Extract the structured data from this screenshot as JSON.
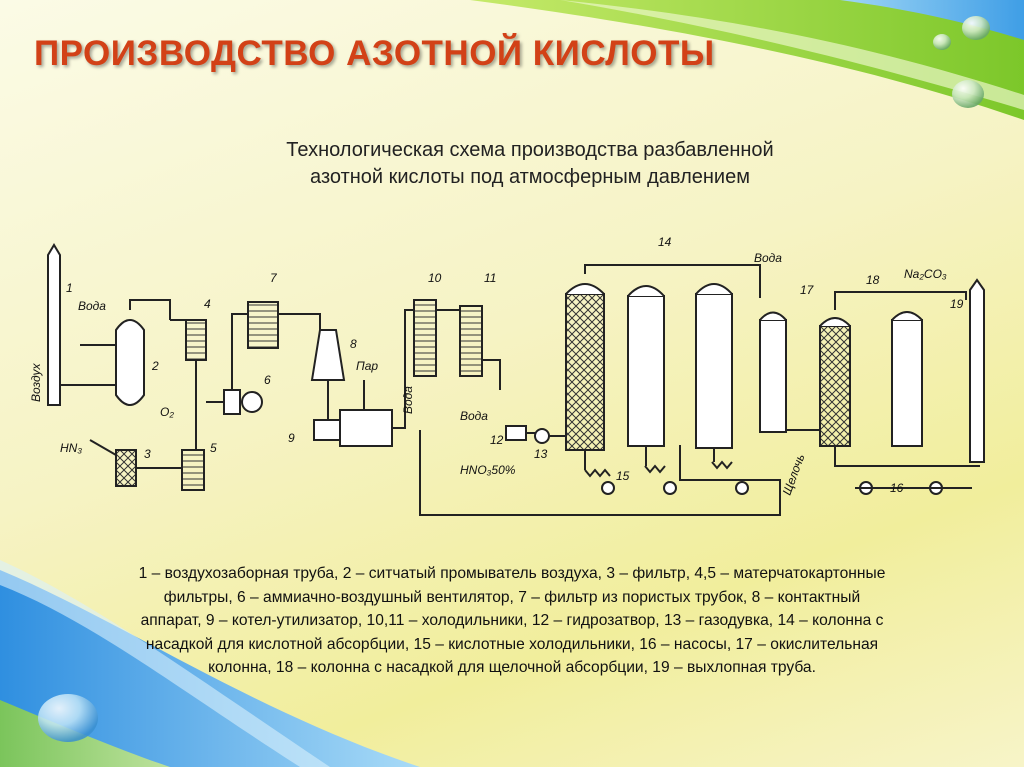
{
  "title": "ПРОИЗВОДСТВО  АЗОТНОЙ КИСЛОТЫ",
  "subtitle": {
    "line1": "Технологическая схема производства разбавленной",
    "line2": "азотной кислоты под атмосферным давлением"
  },
  "diagram": {
    "labels": {
      "air": "Воздух",
      "water1": "Вода",
      "water2": "Вода",
      "water3": "Вода",
      "water4": "Вода",
      "o2": "O₂",
      "nh3": "HN₃",
      "steam": "Пар",
      "hno3": "HNO₃50%",
      "na2co3": "Na₂CO₃",
      "alkali": "Щелочь"
    },
    "numbers": [
      "1",
      "2",
      "3",
      "4",
      "5",
      "6",
      "7",
      "8",
      "9",
      "10",
      "11",
      "12",
      "13",
      "14",
      "15",
      "16",
      "17",
      "18",
      "19"
    ]
  },
  "legend": {
    "lines": [
      "1 – воздухозаборная труба, 2 – ситчатый промыватель воздуха, 3 – фильтр, 4,5 – матерчатокартонные",
      "фильтры, 6 – аммиачно-воздушный вентилятор, 7 – фильтр из пористых трубок, 8 – контактный",
      "аппарат, 9 – котел-утилизатор, 10,11 – холодильники, 12 – гидрозатвор, 13 – газодувка, 14 – колонна с",
      "насадкой для кислотной абсорбции, 15 – кислотные холодильники, 16 – насосы, 17 – окислительная",
      "колонна, 18 – колонна с насадкой для щелочной абсорбции, 19 – выхлопная труба."
    ]
  },
  "colors": {
    "title": "#d24117",
    "green_swoosh": "#8fd03a",
    "blue_swoosh": "#4aa8e8",
    "line": "#222222"
  }
}
